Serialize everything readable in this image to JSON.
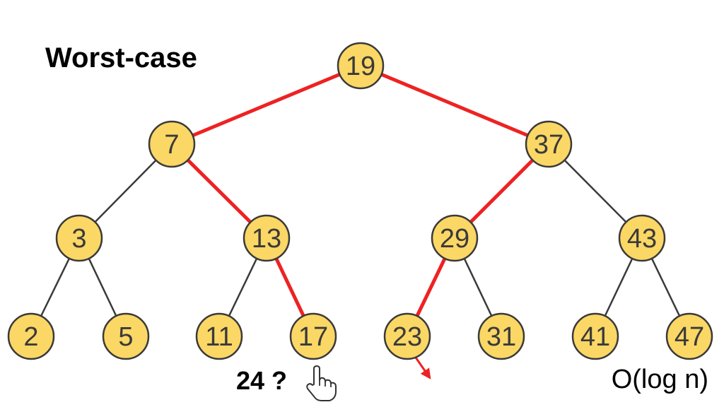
{
  "title": "Worst-case",
  "query": "24 ?",
  "complexity": "O(log n)",
  "colors": {
    "node_fill": "#fbd765",
    "node_stroke": "#3a3a3a",
    "edge": "#3a3a3a",
    "highlight": "#ee2222"
  },
  "icons": {
    "pointer": "pointing-hand-icon"
  },
  "tree": {
    "nodes": [
      {
        "id": "n19",
        "label": "19"
      },
      {
        "id": "n7",
        "label": "7"
      },
      {
        "id": "n37",
        "label": "37"
      },
      {
        "id": "n3",
        "label": "3"
      },
      {
        "id": "n13",
        "label": "13"
      },
      {
        "id": "n29",
        "label": "29"
      },
      {
        "id": "n43",
        "label": "43"
      },
      {
        "id": "n2",
        "label": "2"
      },
      {
        "id": "n5",
        "label": "5"
      },
      {
        "id": "n11",
        "label": "11"
      },
      {
        "id": "n17",
        "label": "17"
      },
      {
        "id": "n23",
        "label": "23"
      },
      {
        "id": "n31",
        "label": "31"
      },
      {
        "id": "n41",
        "label": "41"
      },
      {
        "id": "n47",
        "label": "47"
      }
    ],
    "edges": [
      {
        "from": "n19",
        "to": "n7",
        "highlighted": true
      },
      {
        "from": "n19",
        "to": "n37",
        "highlighted": true
      },
      {
        "from": "n7",
        "to": "n3",
        "highlighted": false
      },
      {
        "from": "n7",
        "to": "n13",
        "highlighted": true
      },
      {
        "from": "n37",
        "to": "n29",
        "highlighted": true
      },
      {
        "from": "n37",
        "to": "n43",
        "highlighted": false
      },
      {
        "from": "n3",
        "to": "n2",
        "highlighted": false
      },
      {
        "from": "n3",
        "to": "n5",
        "highlighted": false
      },
      {
        "from": "n13",
        "to": "n11",
        "highlighted": false
      },
      {
        "from": "n13",
        "to": "n17",
        "highlighted": true
      },
      {
        "from": "n29",
        "to": "n23",
        "highlighted": true
      },
      {
        "from": "n29",
        "to": "n31",
        "highlighted": false
      },
      {
        "from": "n43",
        "to": "n41",
        "highlighted": false
      },
      {
        "from": "n43",
        "to": "n47",
        "highlighted": false
      }
    ],
    "continuation_from": "n23"
  }
}
